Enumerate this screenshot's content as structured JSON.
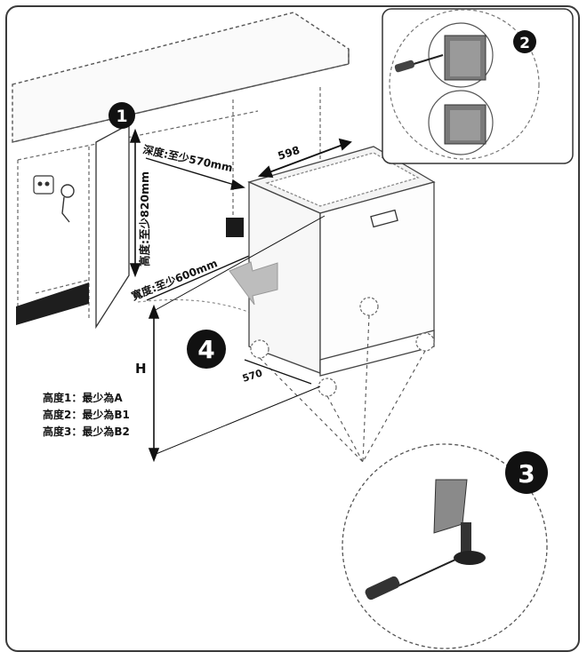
{
  "steps": {
    "one": "1",
    "two": "2",
    "three": "3",
    "four": "4"
  },
  "dimensions": {
    "depth": "深度:至少570mm",
    "height": "高度:至少820mm",
    "width": "寬度:至少600mm",
    "appliance_width": "598",
    "appliance_depth": "570",
    "niche_height_symbol": "H"
  },
  "height_notes": [
    "高度1：最少為A",
    "高度2：最少為B1",
    "高度3：最少為B2"
  ]
}
